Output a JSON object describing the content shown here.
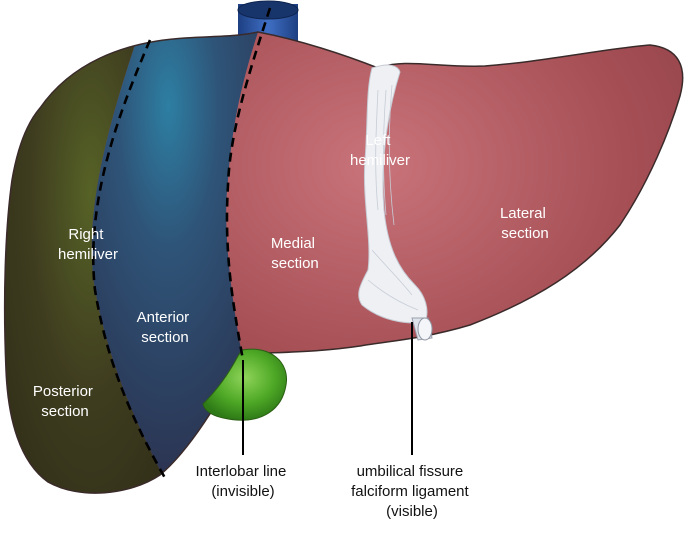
{
  "labels": {
    "right_hemiliver": [
      "Right",
      "hemiliver"
    ],
    "left_hemiliver": [
      "Left",
      "hemiliver"
    ],
    "anterior_section": [
      "Anterior",
      "section"
    ],
    "posterior_section": [
      "Posterior",
      "section"
    ],
    "medial_section": [
      "Medial",
      "section"
    ],
    "lateral_section": [
      "Lateral",
      "section"
    ],
    "interlobar_line": [
      "Interlobar line",
      "(invisible)"
    ],
    "umbilical_fissure": [
      "umbilical fissure",
      "falciform ligament",
      "(visible)"
    ]
  },
  "colors": {
    "posterior": "#3e3b1c",
    "anterior": "#2f3a5e",
    "left_liver": "#a24c52",
    "gallbladder": "#58b52f",
    "ligament": "#e9ecf1",
    "vessel": "#2a4f9a"
  }
}
